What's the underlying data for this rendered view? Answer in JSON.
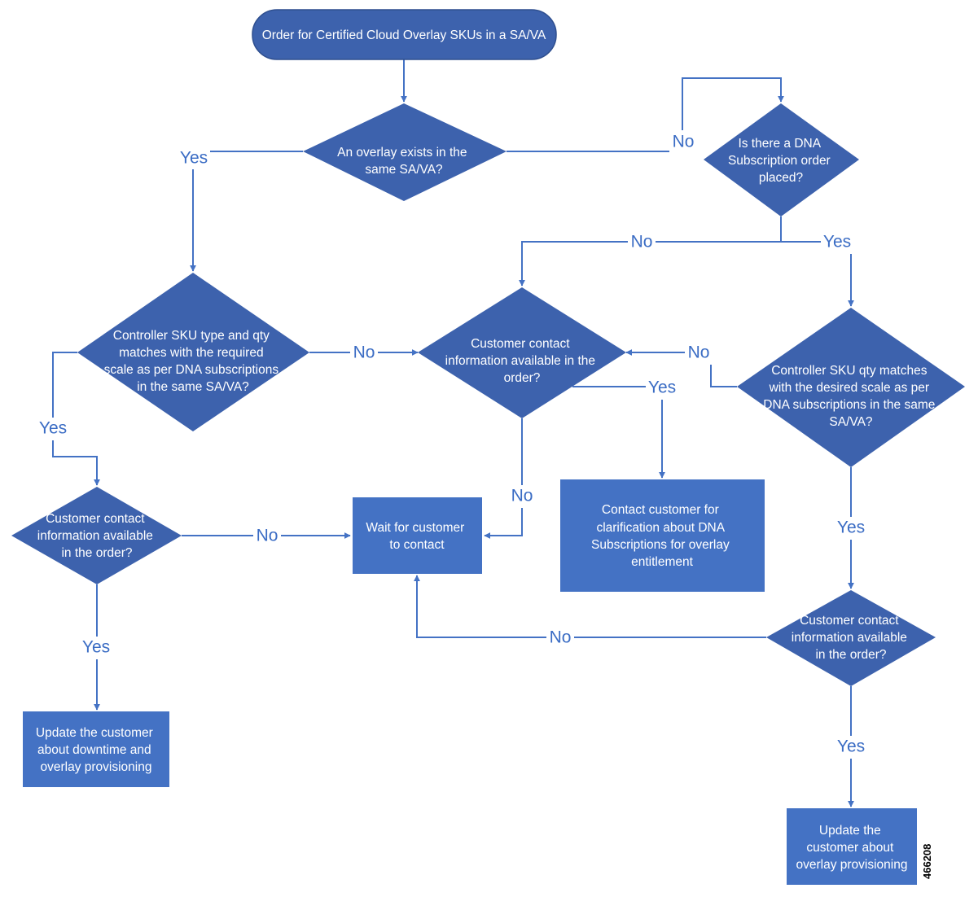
{
  "diagram": {
    "figure_id": "466208",
    "nodes": [
      {
        "id": "start",
        "lines": [
          "Order for Certified Cloud Overlay SKUs in a SA/VA"
        ]
      },
      {
        "id": "d-overlay-exists",
        "lines": [
          "An overlay exists in the",
          "same SA/VA?"
        ]
      },
      {
        "id": "d-dna-order",
        "lines": [
          "Is there a DNA",
          "Subscription order",
          "placed?"
        ]
      },
      {
        "id": "d-sku-type-qty",
        "lines": [
          "Controller SKU type and qty",
          "matches with the required",
          "scale as per DNA subscriptions",
          "in the same SA/VA?"
        ]
      },
      {
        "id": "d-contact-center",
        "lines": [
          "Customer contact",
          "information available in the",
          "order?"
        ]
      },
      {
        "id": "d-sku-qty",
        "lines": [
          "Controller SKU qty matches",
          "with the desired scale as per",
          "DNA subscriptions in the same",
          "SA/VA?"
        ]
      },
      {
        "id": "d-contact-left",
        "lines": [
          "Customer contact",
          "information available",
          "in the order?"
        ]
      },
      {
        "id": "p-wait",
        "lines": [
          "Wait for customer",
          "to contact"
        ]
      },
      {
        "id": "p-clarify",
        "lines": [
          "Contact customer for",
          "clarification about DNA",
          "Subscriptions for overlay",
          "entitlement"
        ]
      },
      {
        "id": "d-contact-right",
        "lines": [
          "Customer contact",
          "information available",
          "in the order?"
        ]
      },
      {
        "id": "p-update-downtime",
        "lines": [
          "Update the customer",
          "about downtime and",
          "overlay provisioning"
        ]
      },
      {
        "id": "p-update-overlay",
        "lines": [
          "Update the",
          "customer about",
          "overlay provisioning"
        ]
      }
    ],
    "edge_labels": [
      {
        "id": "yes-overlay",
        "text": "Yes"
      },
      {
        "id": "no-overlay",
        "text": "No"
      },
      {
        "id": "no-dna",
        "text": "No"
      },
      {
        "id": "yes-dna",
        "text": "Yes"
      },
      {
        "id": "no-sku-type",
        "text": "No"
      },
      {
        "id": "yes-sku-type",
        "text": "Yes"
      },
      {
        "id": "no-sku-qty",
        "text": "No"
      },
      {
        "id": "yes-contact-center",
        "text": "Yes"
      },
      {
        "id": "no-contact-center",
        "text": "No"
      },
      {
        "id": "no-contact-left",
        "text": "No"
      },
      {
        "id": "yes-sku-qty",
        "text": "Yes"
      },
      {
        "id": "yes-contact-left",
        "text": "Yes"
      },
      {
        "id": "no-contact-right",
        "text": "No"
      },
      {
        "id": "yes-contact-right",
        "text": "Yes"
      }
    ]
  }
}
